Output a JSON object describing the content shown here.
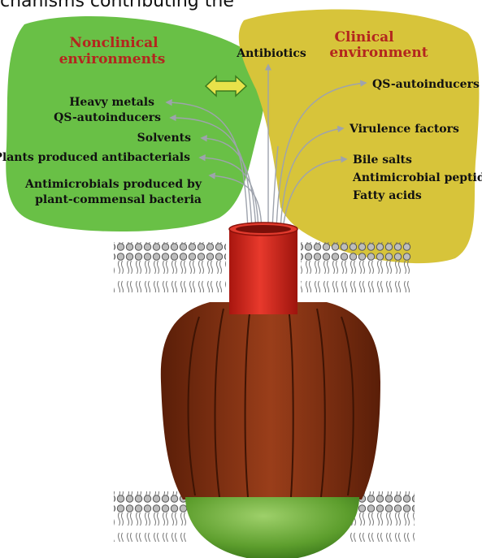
{
  "top_caption": "chanisms contributing the",
  "colors": {
    "nonclinical_blob": "#69c046",
    "clinical_blob": "#d7c43a",
    "title_red": "#b3261e",
    "arrow_gray": "#9ea3ad",
    "cylinder_red": "#d22a1f",
    "barrel_brown": "#8b3315",
    "base_green": "#5d9e2d",
    "membrane_gray": "#8a8a8a"
  },
  "nonclinical": {
    "title_line1": "Nonclinical",
    "title_line2": "environments",
    "items": [
      {
        "line1": "Heavy metals"
      },
      {
        "line1": "QS-autoinducers"
      },
      {
        "line1": "Solvents"
      },
      {
        "line1": "Plants produced antibacterials"
      },
      {
        "line1": "Antimicrobials produced by",
        "line2": "plant-commensal bacteria"
      }
    ]
  },
  "clinical": {
    "title_line1": "Clinical",
    "title_line2": "environment",
    "items": [
      {
        "line1": "QS-autoinducers"
      },
      {
        "line1": "Virulence factors"
      },
      {
        "line1": "Bile salts",
        "line2": "Antimicrobial peptides",
        "line3": "Fatty acids"
      }
    ]
  },
  "center": {
    "label": "Antibiotics"
  },
  "exchange_arrow": "double-arrow-icon"
}
